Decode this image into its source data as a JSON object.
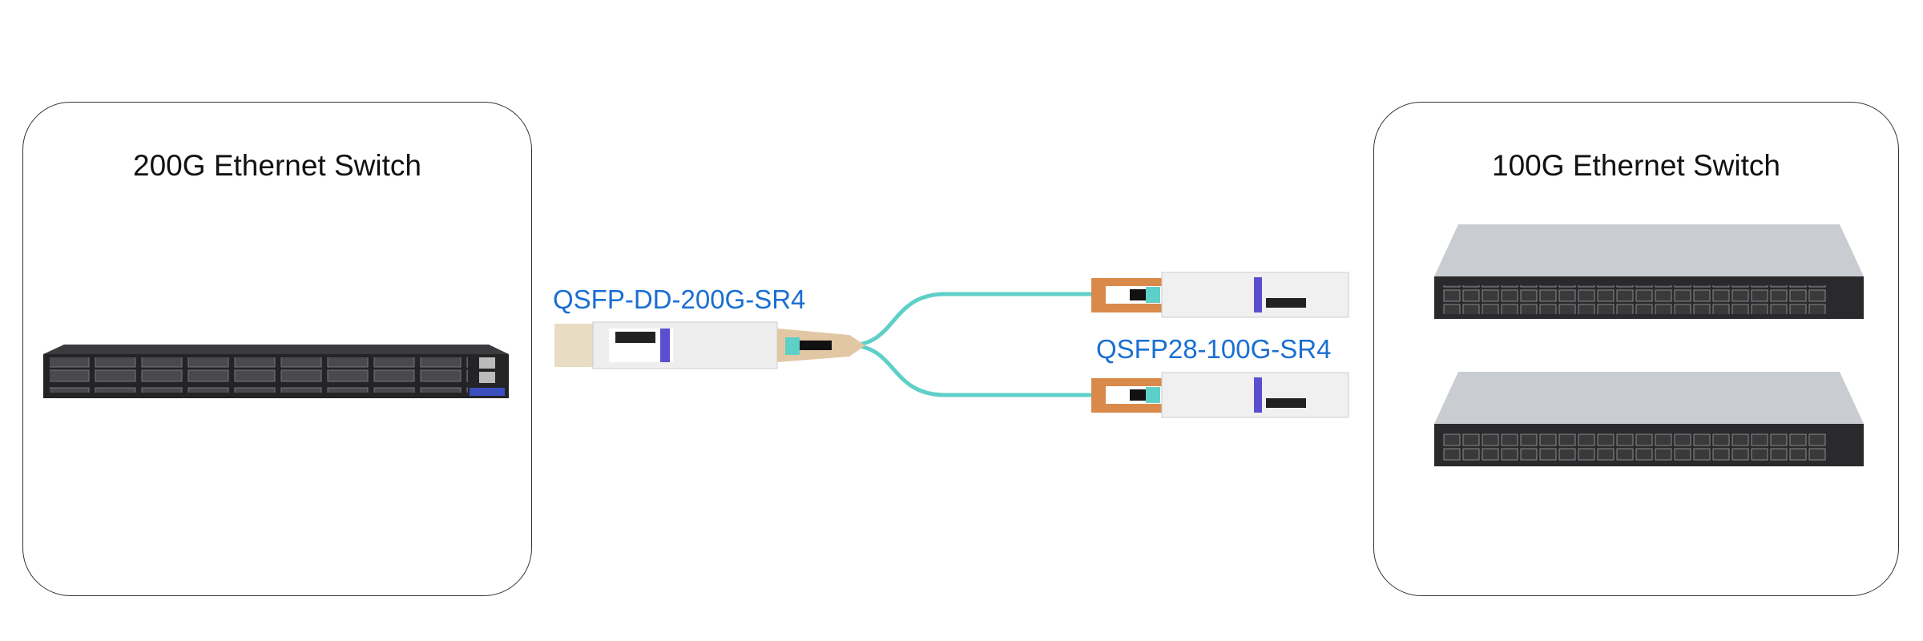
{
  "left_panel": {
    "title": "200G Ethernet Switch"
  },
  "right_panel": {
    "title": "100G Ethernet Switch"
  },
  "transceivers": {
    "dd_label": "QSFP-DD-200G-SR4",
    "q28_label": "QSFP28-100G-SR4"
  },
  "colors": {
    "label_blue": "#1a6fd2",
    "cable_aqua": "#5fd0c8",
    "pull_tab_orange": "#d98a4a",
    "switch_dark": "#2a2a2c",
    "switch_silver": "#c9ccd0",
    "brand_purple": "#5b4fd1"
  }
}
